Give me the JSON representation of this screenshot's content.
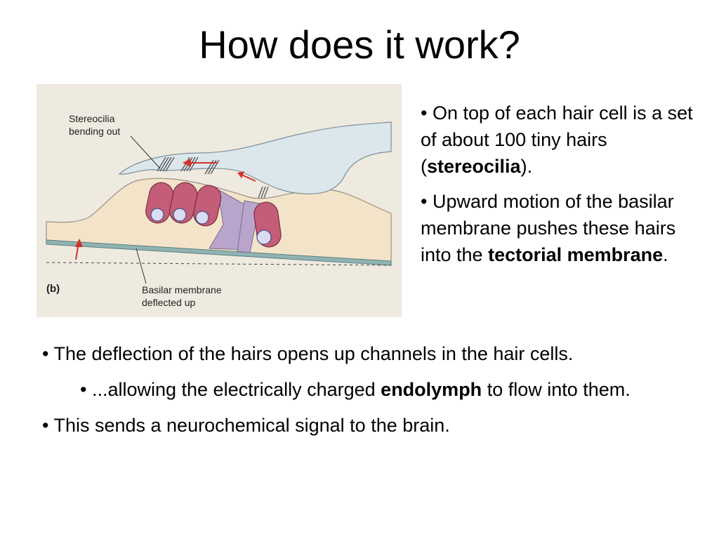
{
  "slide": {
    "title": "How does it work?"
  },
  "figure": {
    "panel_label": "(b)",
    "label_stereocilia_line1": "Stereocilia",
    "label_stereocilia_line2": "bending out",
    "label_basilar_line1": "Basilar membrane",
    "label_basilar_line2": "deflected up",
    "colors": {
      "background": "#eeeae0",
      "tissue": "#f3e4c9",
      "tectorial": "#dce7ec",
      "hair_cell": "#c45d78",
      "support": "#b9a5cc",
      "basilar": "#8fb3b3",
      "arrow": "#d2322a"
    }
  },
  "right_bullets": [
    {
      "pre": "• On top of each hair cell is a set of about 100 tiny hairs (",
      "bold": "stereocilia",
      "post": ")."
    },
    {
      "pre": "• Upward motion of the basilar membrane pushes these hairs into the ",
      "bold": "tectorial membrane",
      "post": "."
    }
  ],
  "bottom_bullets": [
    {
      "pre": "• The deflection of the hairs opens up channels in the hair cells.",
      "bold": "",
      "post": ""
    },
    {
      "pre": "• ...allowing the electrically charged ",
      "bold": "endolymph",
      "post": " to flow into them."
    },
    {
      "pre": "• This sends a neurochemical signal to the brain.",
      "bold": "",
      "post": ""
    }
  ]
}
